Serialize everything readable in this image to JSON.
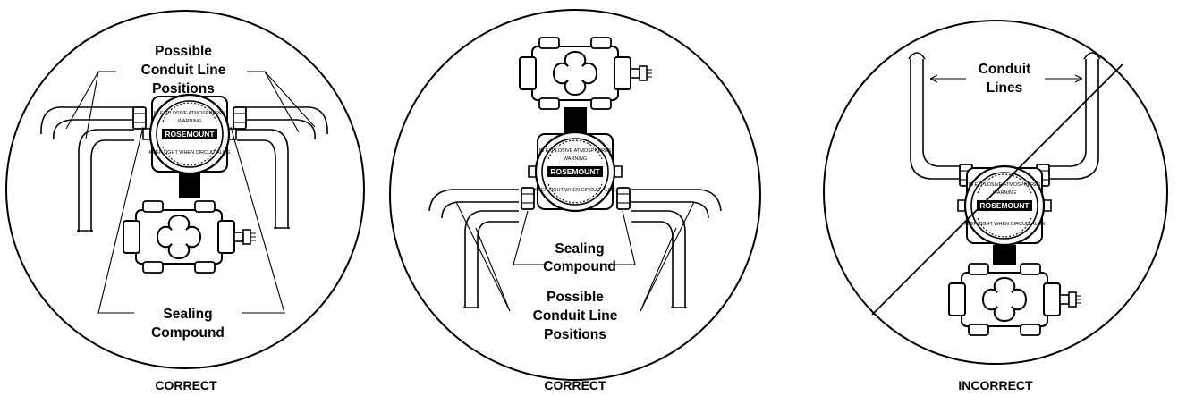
{
  "panels": [
    {
      "caption": "CORRECT",
      "label_top": [
        "Possible",
        "Conduit Line",
        "Positions"
      ],
      "label_bottom": [
        "Sealing",
        "Compound"
      ]
    },
    {
      "caption": "CORRECT",
      "label_mid": [
        "Sealing",
        "Compound"
      ],
      "label_bottom": [
        "Possible",
        "Conduit Line",
        "Positions"
      ]
    },
    {
      "caption": "INCORRECT",
      "label_top": [
        "Conduit",
        "Lines"
      ]
    }
  ],
  "housing": {
    "logo": "ROSEMOUNT",
    "ring_text_upper": "IN EXPLOSIVE ATMOSPHERES",
    "ring_warning": "WARNING",
    "ring_text_lower": "KEEP TIGHT WHEN CIRCUIT ALIVE"
  }
}
